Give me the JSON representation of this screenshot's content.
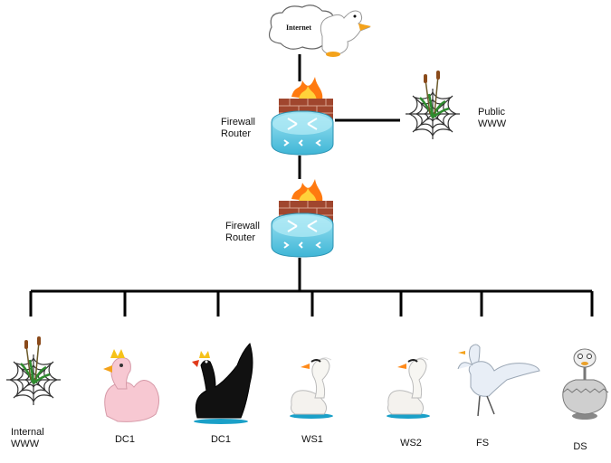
{
  "internet": {
    "label": "Internet",
    "icon": "cloud-with-duck-icon"
  },
  "firewall_top": {
    "label_line1": "Firewall",
    "label_line2": "Router",
    "icon": "firewall-router-icon"
  },
  "public_www": {
    "label_line1": "Public",
    "label_line2": "WWW",
    "icon": "spiderweb-reeds-icon"
  },
  "firewall_bottom": {
    "label_line1": "Firewall",
    "label_line2": "Router",
    "icon": "firewall-router-icon"
  },
  "nodes": [
    {
      "label_line1": "Internal",
      "label_line2": "WWW",
      "icon": "spiderweb-reeds-icon"
    },
    {
      "label": "DC1",
      "icon": "pink-swan-crown-icon"
    },
    {
      "label": "DC1",
      "icon": "black-swan-crown-icon"
    },
    {
      "label": "WS1",
      "icon": "white-swan-icon"
    },
    {
      "label": "WS2",
      "icon": "white-swan-icon"
    },
    {
      "label": "FS",
      "icon": "flying-swan-icon"
    },
    {
      "label": "DS",
      "icon": "ostrich-egg-icon"
    }
  ],
  "colors": {
    "line": "#000000",
    "router": "#6fcfe6",
    "brick": "#a0462e",
    "flame": "#ff7a10"
  }
}
